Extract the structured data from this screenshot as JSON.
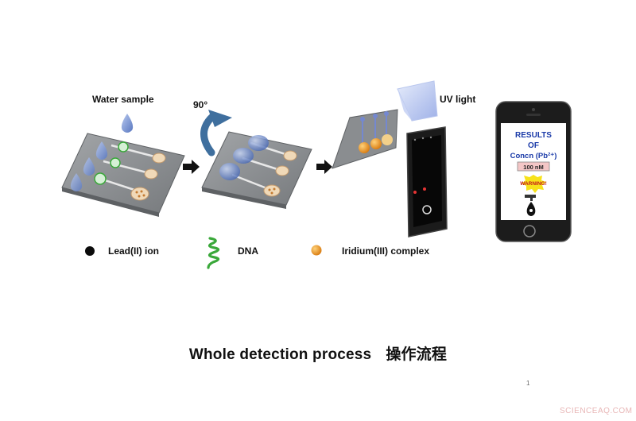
{
  "labels": {
    "water_sample": "Water sample",
    "rotation": "90°",
    "uv_light": "UV light"
  },
  "legend": [
    {
      "icon": "black-dot-icon",
      "label": "Lead(II) ion"
    },
    {
      "icon": "dna-helix-icon",
      "label": "DNA"
    },
    {
      "icon": "orange-dot-icon",
      "label": "Iridium(III) complex"
    }
  ],
  "phone_screen": {
    "line1": "RESULTS",
    "line2": "OF",
    "line3": "Concn (Pb²⁺)",
    "value": "100 nM",
    "warning": "WARNING!"
  },
  "title": {
    "en": "Whole detection process",
    "cn": "操作流程"
  },
  "page_number": "1",
  "watermark": "SCIENCEAQ.COM",
  "colors": {
    "plate": "#8a8d90",
    "spot": "#f0d9b8",
    "droplet": "#6b86c9",
    "arrow_blue": "#3f6f9e",
    "dna_green": "#3aa83a",
    "iridium_orange": "#e89a1e",
    "screen_text": "#1a3aa8",
    "warning_yellow": "#f7e21a"
  }
}
